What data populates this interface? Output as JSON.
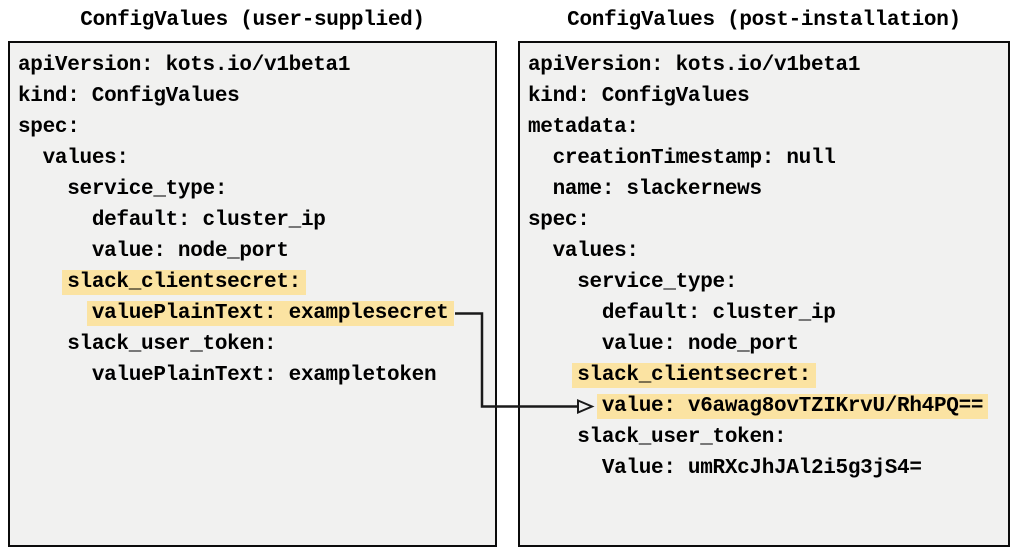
{
  "diagram": {
    "left_panel": {
      "title": "ConfigValues (user-supplied)",
      "lines": [
        {
          "text": "apiVersion: kots.io/v1beta1",
          "highlight": false
        },
        {
          "text": "kind: ConfigValues",
          "highlight": false
        },
        {
          "text": "spec:",
          "highlight": false
        },
        {
          "text": "  values:",
          "highlight": false
        },
        {
          "text": "    service_type:",
          "highlight": false
        },
        {
          "text": "      default: cluster_ip",
          "highlight": false
        },
        {
          "text": "      value: node_port",
          "highlight": false
        },
        {
          "text": "    slack_clientsecret:",
          "highlight": true
        },
        {
          "text": "      valuePlainText: examplesecret",
          "highlight": true
        },
        {
          "text": "    slack_user_token:",
          "highlight": false
        },
        {
          "text": "      valuePlainText: exampletoken",
          "highlight": false
        }
      ]
    },
    "right_panel": {
      "title": "ConfigValues (post-installation)",
      "lines": [
        {
          "text": "apiVersion: kots.io/v1beta1",
          "highlight": false
        },
        {
          "text": "kind: ConfigValues",
          "highlight": false
        },
        {
          "text": "metadata:",
          "highlight": false
        },
        {
          "text": "  creationTimestamp: null",
          "highlight": false
        },
        {
          "text": "  name: slackernews",
          "highlight": false
        },
        {
          "text": "spec:",
          "highlight": false
        },
        {
          "text": "  values:",
          "highlight": false
        },
        {
          "text": "    service_type:",
          "highlight": false
        },
        {
          "text": "      default: cluster_ip",
          "highlight": false
        },
        {
          "text": "      value: node_port",
          "highlight": false
        },
        {
          "text": "    slack_clientsecret:",
          "highlight": true
        },
        {
          "text": "      value: v6awag8ovTZIKrvU/Rh4PQ==",
          "highlight": true
        },
        {
          "text": "    slack_user_token:",
          "highlight": false
        },
        {
          "text": "      Value: umRXcJhJAl2i5g3jS4=",
          "highlight": false
        }
      ]
    },
    "arrow": {
      "from_text": "valuePlainText: examplesecret",
      "to_text": "value: v6awag8ovTZIKrvU/Rh4PQ=="
    },
    "colors": {
      "page_bg": "#ffffff",
      "panel_bg": "#f1f1f0",
      "border": "#0b0b0b",
      "highlight": "#fbe3a2",
      "text": "#000000",
      "arrow": "#1a1a1a"
    }
  }
}
